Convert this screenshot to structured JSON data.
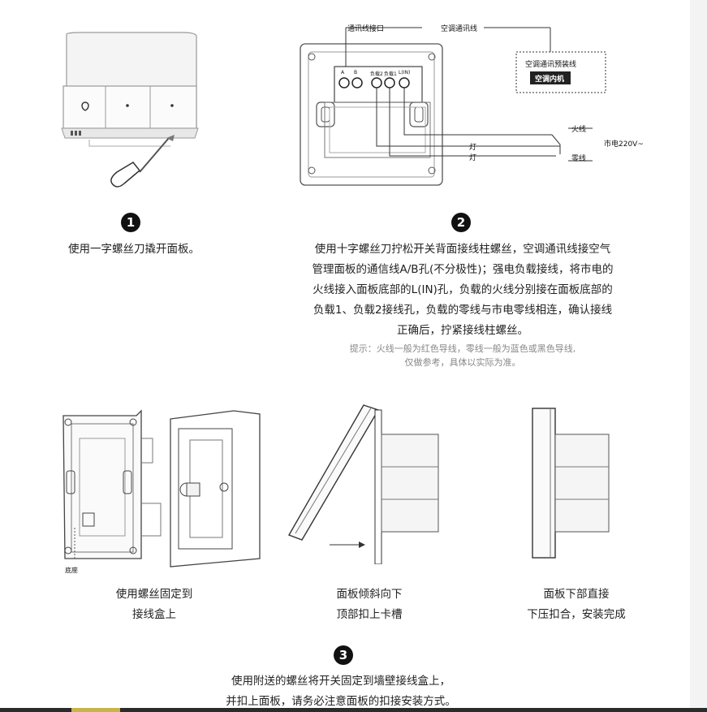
{
  "steps": {
    "step1": {
      "number": "1",
      "caption": "使用一字螺丝刀撬开面板。"
    },
    "step2": {
      "number": "2",
      "caption_lines": [
        "使用十字螺丝刀拧松开关背面接线柱螺丝，空调通讯线接空气",
        "管理面板的通信线A/B孔(不分极性)；强电负载接线，将市电的",
        "火线接入面板底部的L(IN)孔，负载的火线分别接在面板底部的",
        "负载1、负载2接线孔，负载的零线与市电零线相连，确认接线",
        "正确后，拧紧接线柱螺丝。"
      ],
      "hint_lines": [
        "提示：火线一般为红色导线，零线一般为蓝色或黑色导线,",
        "仅做参考，具体以实际为准。"
      ]
    },
    "step3": {
      "number": "3",
      "caption_lines": [
        "使用附送的螺丝将开关固定到墙壁接线盒上，",
        "并扣上面板，请务必注意面板的扣接安装方式。"
      ]
    }
  },
  "wiring": {
    "comm_port": "通讯线接口",
    "ac_comm_line": "空调通讯线",
    "ac_reserved_line": "空调通讯预装线",
    "ac_indoor_unit": "空调内机",
    "terminal_a": "A",
    "terminal_b": "B",
    "terminal_load2": "负载2",
    "terminal_load1": "负载1",
    "terminal_lin": "L(IN)",
    "live_wire": "火线",
    "mains": "市电220V~",
    "light1": "灯",
    "light2": "灯",
    "neutral": "零线"
  },
  "install": {
    "bottom_label": "底座",
    "sub1": [
      "使用螺丝固定到",
      "接线盒上"
    ],
    "sub2": [
      "面板倾斜向下",
      "顶部扣上卡槽"
    ],
    "sub3": [
      "面板下部直接",
      "下压扣合，安装完成"
    ]
  }
}
